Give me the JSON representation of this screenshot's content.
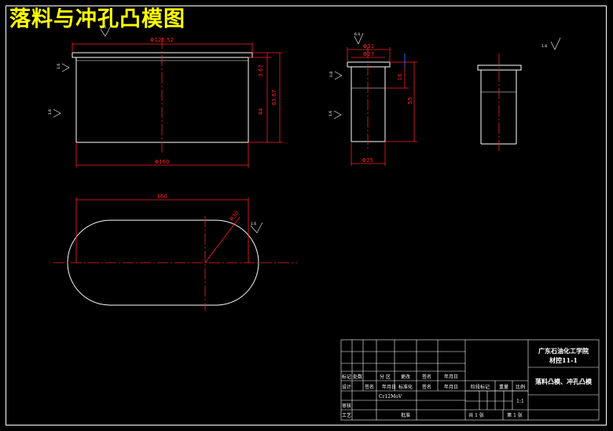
{
  "title": "落料与冲孔凸模图",
  "dims": {
    "top_width": "Φ126.52",
    "width": "Φ160",
    "h1": "3.67",
    "h2": "44",
    "h3": "63.67",
    "d1": "Φ31",
    "d2": "Φ27",
    "d3": "Φ25",
    "h4": "16",
    "h5": "55",
    "len": "160",
    "radius": "R30"
  },
  "roughness": {
    "r1": "6.4",
    "r2": "1.6",
    "r3": "1.6",
    "r4": "6.4",
    "r5": "0.8",
    "r6": "1.6",
    "r7": "1.6",
    "r8": "1.6"
  },
  "title_block": {
    "school_line1": "广东石油化工学院",
    "school_line2": "材控11-1",
    "part_name": "落料凸模、冲孔凸模",
    "scale": "1:1",
    "sheets_total": "共 1 张",
    "sheet_no": "第 1 张",
    "row_labels": [
      "标记",
      "处数",
      "分 区",
      "更改",
      "签名",
      "年月日"
    ],
    "row2_labels": [
      "设计",
      "签名",
      "年月日",
      "标准化",
      "签名",
      "年月日"
    ],
    "col_labels": [
      "阶段标记",
      "重量",
      "比例"
    ],
    "material": "Cr12MoV",
    "reviewer": "审核",
    "craft": "工艺",
    "approve": "批准"
  }
}
